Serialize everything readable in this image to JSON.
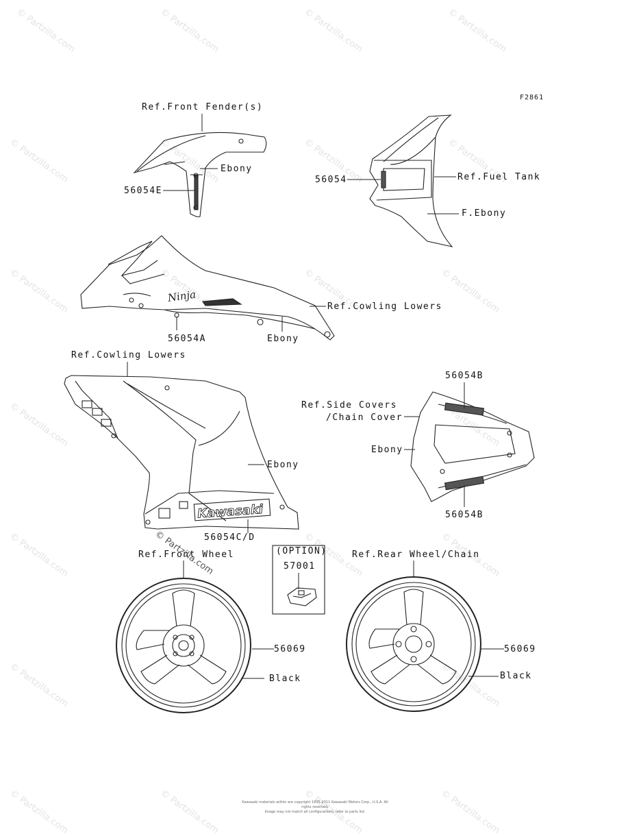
{
  "figure_code": "F2861",
  "watermark": "© Partzilla.com",
  "labels": {
    "front_fender": "Ref.Front Fender(s)",
    "ebony_fender": "Ebony",
    "part_56054E": "56054E",
    "part_56054": "56054",
    "fuel_tank": "Ref.Fuel Tank",
    "f_ebony": "F.Ebony",
    "cowling_lowers_1": "Ref.Cowling Lowers",
    "part_56054A": "56054A",
    "ebony_cowl": "Ebony",
    "cowling_lowers_2": "Ref.Cowling Lowers",
    "ebony_lower": "Ebony",
    "part_56054CD": "56054C/D",
    "part_56054B_top": "56054B",
    "side_covers": "Ref.Side Covers",
    "chain_cover": "/Chain Cover",
    "ebony_side": "Ebony",
    "part_56054B_bottom": "56054B",
    "front_wheel": "Ref.Front Wheel",
    "option": "(OPTION)",
    "part_57001": "57001",
    "rear_wheel": "Ref.Rear Wheel/Chain",
    "part_56069_front": "56069",
    "black_front": "Black",
    "part_56069_rear": "56069",
    "black_rear": "Black"
  },
  "decal_text": {
    "ninja": "Ninja",
    "kawasaki": "Kawasaki"
  },
  "footer": {
    "line1": "Kawasaki materials within are copyright 1995-2011 Kawasaki Motors Corp., U.S.A. All rights reserved.",
    "line2": "Image may not match all configurations; refer to parts list."
  }
}
